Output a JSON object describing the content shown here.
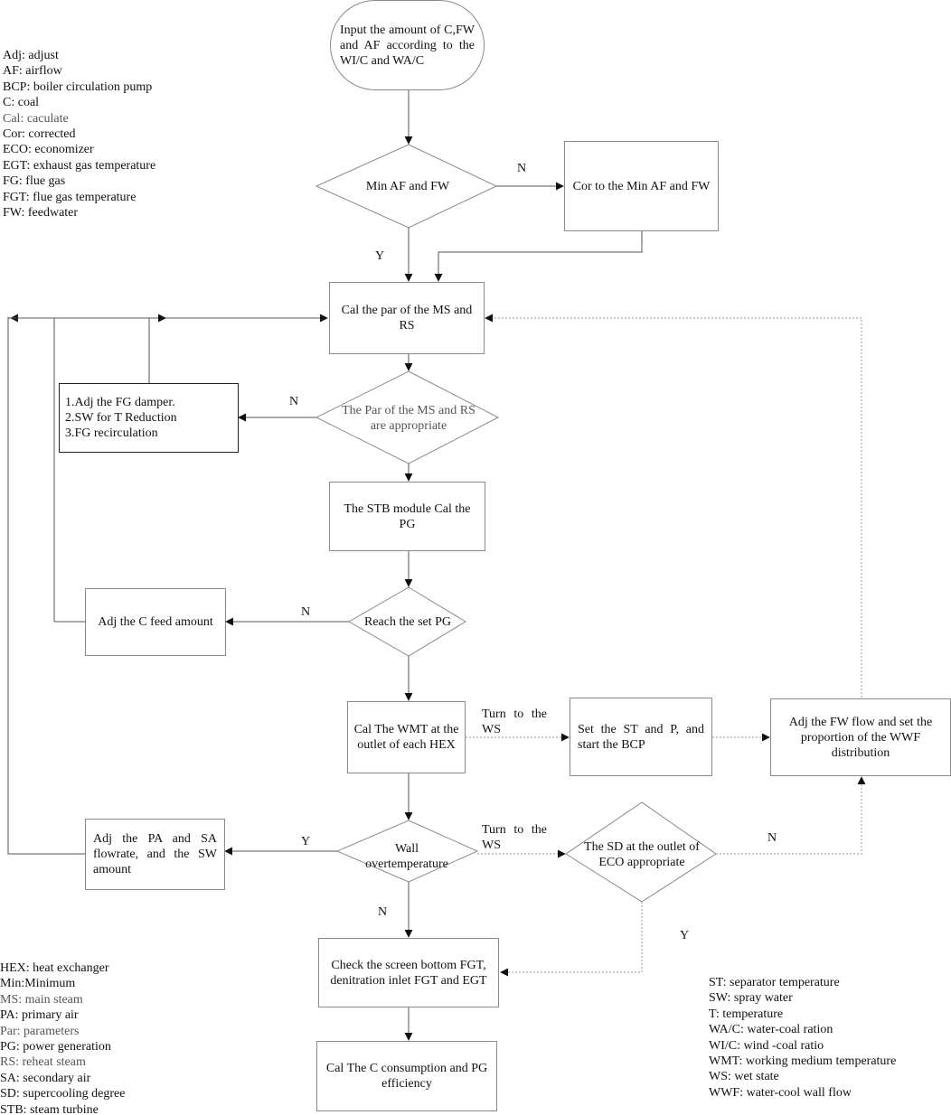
{
  "nodes": {
    "start": "Input the amount of C,FW and AF according to the WI/C and WA/C",
    "d_min": "Min AF and FW",
    "cor": "Cor to the Min AF and FW",
    "cal_par": "Cal the par of the MS and RS",
    "d_par": "The Par of the MS and RS are appropriate",
    "adj_fg": [
      "1.Adj the FG damper.",
      "2.SW for T Reduction",
      "3.FG recirculation"
    ],
    "stb": "The STB  module Cal the PG",
    "d_pg": "Reach the set PG",
    "adj_c": "Adj the C feed amount",
    "cal_wmt": "Cal The WMT at the outlet of each HEX",
    "set_st": "Set the ST and P, and start the BCP",
    "adj_fw": "Adj the FW flow and set the proportion of the WWF distribution",
    "d_wall": "Wall overtemperature",
    "adj_pa": "Adj the PA and SA flowrate, and the SW amount",
    "d_sd": "The SD at the outlet of ECO appropriate",
    "check": "Check the screen bottom FGT, denitration inlet FGT and EGT",
    "cal_c": "Cal The C consumption and PG efficiency"
  },
  "edge_labels": {
    "n_min": "N",
    "y_min": "Y",
    "n_par": "N",
    "n_pg": "N",
    "turn_ws_1": "Turn to the WS",
    "turn_ws_2": "Turn to the WS",
    "y_wall": "Y",
    "n_wall": "N",
    "n_sd": "N",
    "y_sd": "Y"
  },
  "legend_top": [
    "Adj: adjust",
    "AF: airflow",
    "BCP: boiler circulation pump",
    "C: coal",
    "Cal: caculate",
    "Cor: corrected",
    "ECO: economizer",
    "EGT: exhaust gas temperature",
    "FG: flue gas",
    "FGT: flue gas temperature",
    "FW: feedwater"
  ],
  "legend_bottom_left": [
    "HEX: heat exchanger",
    "Min:Minimum",
    "MS: main steam",
    "PA: primary air",
    "Par: parameters",
    "PG: power generation",
    "RS: reheat steam",
    "SA: secondary air",
    "SD: supercooling degree",
    "STB: steam turbine"
  ],
  "legend_bottom_right": [
    "ST: separator temperature",
    "SW: spray water",
    "T: temperature",
    "WA/C: water-coal ration",
    "WI/C: wind -coal ratio",
    "WMT: working medium temperature",
    "WS: wet state",
    "WWF: water-cool wall flow"
  ],
  "colors": {
    "line": "#555555",
    "box_border": "#8a8a8a",
    "dotted": "#999999",
    "grey_text": "#555555"
  }
}
